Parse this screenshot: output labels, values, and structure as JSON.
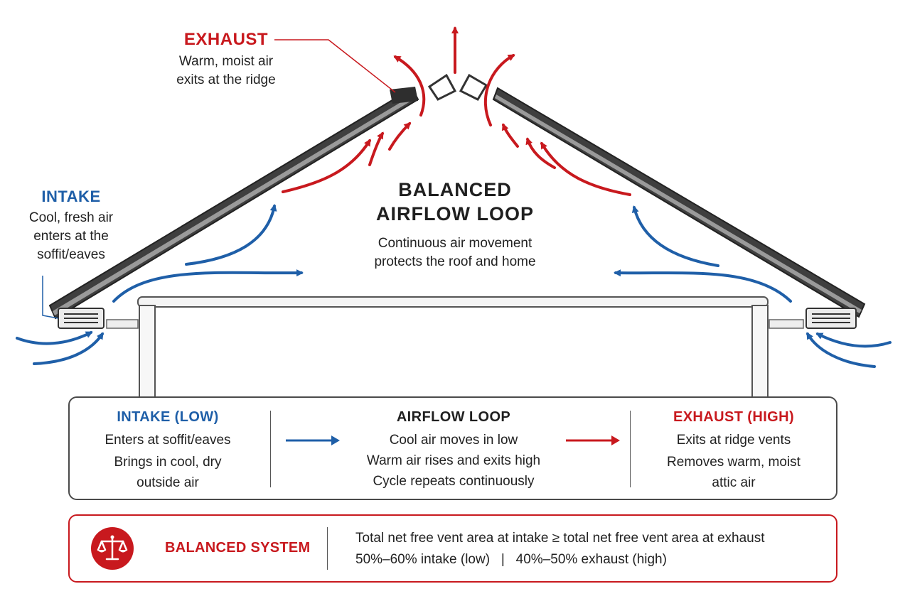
{
  "colors": {
    "exhaust_red": "#c8191e",
    "intake_blue": "#1f5fa8",
    "roof_dark": "#3a3a3a"
  },
  "exhaust_label": {
    "title": "EXHAUST",
    "line1": "Warm, moist air",
    "line2": "exits at the ridge"
  },
  "intake_label": {
    "title": "INTAKE",
    "line1": "Cool, fresh air",
    "line2": "enters at the",
    "line3": "soffit/eaves"
  },
  "center_label": {
    "title1": "BALANCED",
    "title2": "AIRFLOW LOOP",
    "line1": "Continuous air movement",
    "line2": "protects the roof and home"
  },
  "summary": {
    "intake": {
      "title": "INTAKE",
      "qualifier": "(LOW)",
      "line1": "Enters at soffit/eaves",
      "line2": "Brings in cool, dry",
      "line3": "outside air"
    },
    "loop": {
      "title": "AIRFLOW LOOP",
      "line1": "Cool air moves in low",
      "line2": "Warm air rises and exits high",
      "line3": "Cycle repeats continuously"
    },
    "exhaust": {
      "title": "EXHAUST",
      "qualifier": "(HIGH)",
      "line1": "Exits at ridge vents",
      "line2": "Removes warm, moist",
      "line3": "attic air"
    }
  },
  "balanced": {
    "icon": "scales-icon",
    "title": "BALANCED SYSTEM",
    "line1": "Total net free vent area at intake ≥ total net free vent area at exhaust",
    "line2": "50%–60% intake (low)   |   40%–50% exhaust (high)"
  }
}
